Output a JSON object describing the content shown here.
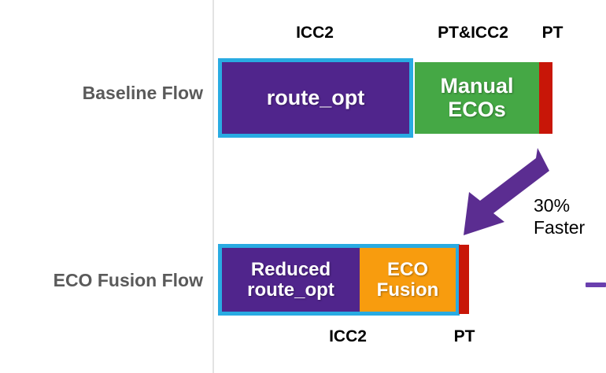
{
  "diagram": {
    "title_present": false,
    "colors": {
      "purple": "#50258c",
      "green": "#45a845",
      "orange": "#f89c0e",
      "red": "#c81608",
      "blue_border": "#29abe2",
      "label_gray": "#5a5a5a",
      "axis_gray": "#e3e3e3",
      "arrow_purple": "#5b2d91"
    },
    "rows": [
      {
        "label": "Baseline Flow",
        "captions_top": [
          {
            "text": "ICC2"
          },
          {
            "text": "PT&ICC2"
          },
          {
            "text": "PT"
          }
        ],
        "captions_bottom": [],
        "segments": [
          {
            "text": "route_opt",
            "color": "purple",
            "bordered": true
          },
          {
            "text": "Manual\nECOs",
            "line1": "Manual",
            "line2": "ECOs",
            "color": "green",
            "bordered": false
          },
          {
            "text": "",
            "color": "red",
            "bordered": false
          }
        ]
      },
      {
        "label": "ECO Fusion Flow",
        "captions_top": [],
        "captions_bottom": [
          {
            "text": "ICC2"
          },
          {
            "text": "PT"
          }
        ],
        "segments": [
          {
            "text": "Reduced route_opt",
            "line1": "Reduced",
            "line2": "route_opt",
            "color": "purple",
            "bordered": true
          },
          {
            "text": "ECO Fusion",
            "line1": "ECO",
            "line2": "Fusion",
            "color": "orange",
            "bordered": true
          },
          {
            "text": "",
            "color": "red",
            "bordered": false
          }
        ]
      }
    ],
    "annotation": {
      "line1": "30%",
      "line2": "Faster"
    },
    "arrow": {
      "name": "down-left-arrow",
      "direction": "down-left"
    }
  },
  "chart_data": {
    "type": "bar",
    "title": "",
    "xlabel": "",
    "ylabel": "",
    "orientation": "horizontal",
    "categories": [
      "Baseline Flow",
      "ECO Fusion Flow"
    ],
    "series": [
      {
        "name": "route_opt (ICC2)",
        "values": [
          247,
          175
        ],
        "color": "#50258c"
      },
      {
        "name": "Manual ECOs (PT&ICC2)",
        "values": [
          158,
          0
        ],
        "color": "#45a845"
      },
      {
        "name": "ECO Fusion (ICC2)",
        "values": [
          0,
          126
        ],
        "color": "#f89c0e"
      },
      {
        "name": "PT",
        "values": [
          17,
          12
        ],
        "color": "#c81608"
      }
    ],
    "total_lengths": [
      425,
      318
    ],
    "improvement": "30% Faster",
    "legend_position": "none",
    "grid": false
  }
}
